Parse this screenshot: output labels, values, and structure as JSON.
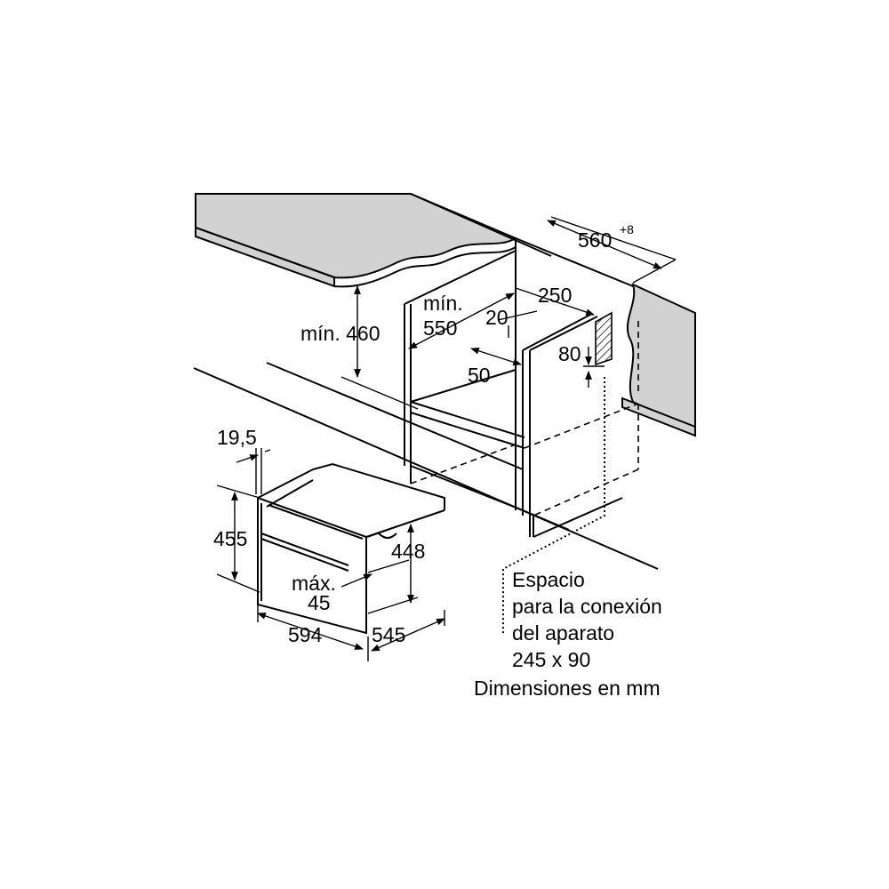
{
  "labels": {
    "niche_width": "560",
    "niche_width_tolerance": "+8",
    "min_height_above": "mín. 460",
    "min_depth_line1": "mín.",
    "min_depth_line2": "550",
    "rear_gap": "20",
    "connection_offset": "250",
    "connection_height": "80",
    "shelf_gap": "50",
    "front_offset": "19,5",
    "appliance_height": "455",
    "niche_inner_height": "448",
    "max_protrusion_line1": "máx.",
    "max_protrusion_line2": "45",
    "appliance_width": "594",
    "appliance_depth": "545"
  },
  "caption": {
    "line1": "Espacio",
    "line2": "para la conexión",
    "line3": "del aparato",
    "line4": "245 x 90"
  },
  "units_note": "Dimensiones en mm",
  "colors": {
    "countertop": "#d2d2d2",
    "line": "#000000",
    "background": "#ffffff"
  }
}
